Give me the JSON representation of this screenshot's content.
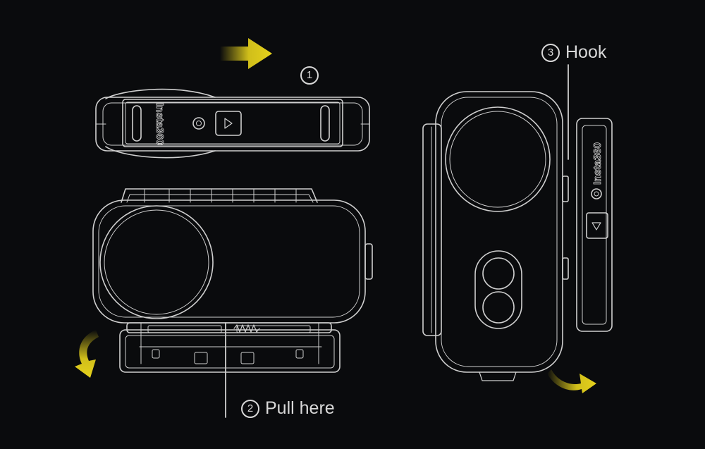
{
  "callouts": {
    "step1": {
      "number": "1",
      "label": ""
    },
    "step2": {
      "number": "2",
      "label": "Pull here"
    },
    "step3": {
      "number": "3",
      "label": "Hook"
    }
  },
  "branding": {
    "top_view": "Insta360",
    "side_view": "Insta360"
  },
  "colors": {
    "background": "#0a0b0d",
    "line_art": "#cfcfcf",
    "arrow": "#e6d21c"
  },
  "arrows": [
    {
      "name": "slide-right-arrow",
      "direction": "right"
    },
    {
      "name": "rotate-down-arrow",
      "direction": "curve-down"
    },
    {
      "name": "rotate-right-arrow",
      "direction": "curve-right"
    }
  ]
}
